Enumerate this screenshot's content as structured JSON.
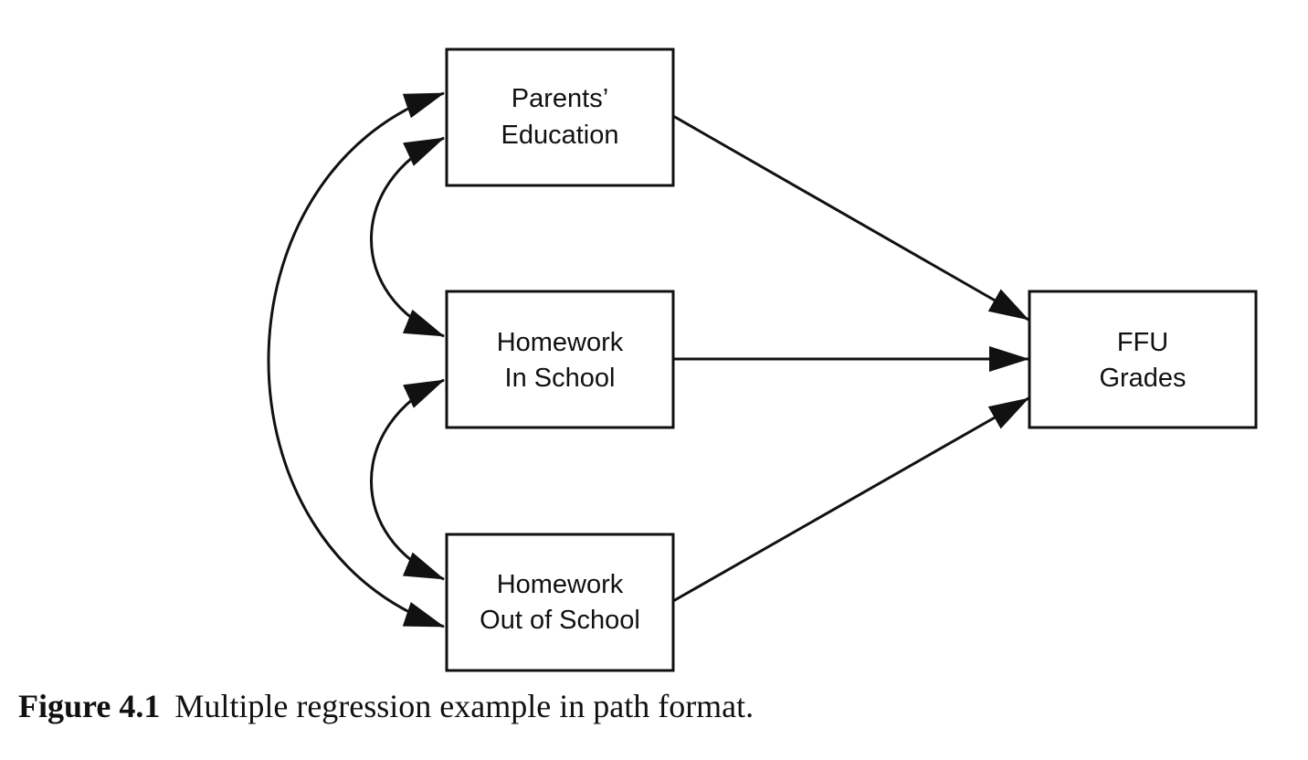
{
  "diagram": {
    "nodes": {
      "parents_education": {
        "line1": "Parents’",
        "line2": "Education"
      },
      "homework_in_school": {
        "line1": "Homework",
        "line2": "In School"
      },
      "homework_out_of_school": {
        "line1": "Homework",
        "line2": "Out of School"
      },
      "ffu_grades": {
        "line1": "FFU",
        "line2": "Grades"
      }
    }
  },
  "caption": {
    "label": "Figure 4.1",
    "text": "Multiple regression example in path format."
  }
}
